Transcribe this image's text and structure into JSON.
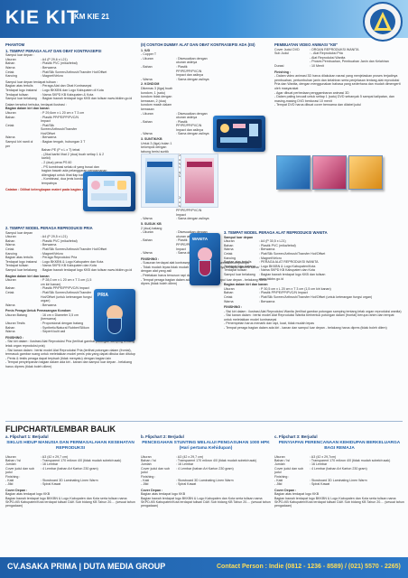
{
  "header": {
    "logo": "KIE KIT",
    "code": "KM KIE 21"
  },
  "col1": {
    "phantom_title": "PHANTOM",
    "sec1_title": "1. TEMPAT PERAGA ALAT DAN OBAT KONTRASEPSI",
    "sec1_intro": "Sampul luar depan :",
    "sec1_rows": [
      [
        "Ukuran",
        ": A4 (P 29,6 x L21)"
      ],
      [
        "Bahan",
        ": Plastik PVC (mika/tebal)"
      ],
      [
        "Warna",
        ": Berwarna"
      ],
      [
        "Cetak",
        ": Plat/Silk Screen/Arthrush/Transfer Hot/Offset"
      ],
      [
        "Kancing",
        ": Magnet/Velcro"
      ]
    ],
    "sec1_inside_title": "Sampul luar depan terdapat tulisan :",
    "sec1_inside": [
      [
        "Bagian atas tertulis",
        ": Peraga Alat dan Obat Kontrasepsi"
      ],
      [
        "Terdapat logo instansi",
        ": Logo BKKBN dan Logo Kabupaten di Kota"
      ],
      [
        "Terdapat tulisan",
        ": Nama SKPD KB Kabupaten & Kota"
      ],
      [
        "Sampul luar belakang",
        ": Bagian bawah terdapat logo KKB dan tulisan www.bkkbn.go.id"
      ]
    ],
    "sec1_inner_title": "Dalam tersebut terbuka, terdapat ilustrasi :",
    "sec1_inner_sub": "Bagian dalam kiri dan kanan",
    "sec1_inner": [
      [
        "Ukuran",
        ": P 29,6cm x L 20 cm x T 3 cm"
      ],
      [
        "Bahan",
        ": Plastik PP/PE/PP/PVC/N Impact"
      ],
      [
        "Cetak",
        ": Plat/Silk Screen/Arthrush/Transfer Hot/Offset"
      ],
      [
        "Warna",
        ": Berwarna"
      ],
      [
        "Sampul kiri nanti ol per",
        ": Bagian tengah, hubungan 3 T"
      ]
    ],
    "sec1_extra": [
      "Bahan PE (P x L x T) tebal",
      "- (Jikal karlid lihat 2 (dua) buah setiap 1 & 2 karlid)",
      "- 2 (dua) pena PS 60",
      "- PS kombinasi selalu di yang busai dan",
      "  bagian bawah ada pelanggaran pengamanan",
      "  dilengkapi untuk lihat tiap karlid",
      "- Kombinasi, dua jenis kondom, pada bawa dan tempatnya"
    ],
    "sec1_catatan": "Catatan : Dilihat kelengkapan materi pada bagian atas masing-masing item",
    "sec2_title": "2. TEMPAT MODEL PERAGA REPRODUKSI PRIA",
    "sec2_intro": "Sampul luar depan",
    "sec2_rows": [
      [
        "Ukuran",
        ": A4 (P 29,5 x L21)"
      ],
      [
        "Bahan",
        ": Plastik PVC (mika/tebal)"
      ],
      [
        "Warna",
        ": Berwarna"
      ],
      [
        "Cetak",
        ": Plat/Silk Screen/Arthrush/Transfer Hot/Offset"
      ],
      [
        "Kancing",
        ": Magnet/Velcro"
      ],
      [
        "Bagian atas tertulis",
        ": Peraga Reproduksi Pria"
      ],
      [
        "Terdapat logo instansi",
        ": Logo BKKBN & Logo Kabupaten dan Kota"
      ],
      [
        "Terdapat tulisan",
        ": Nama SKPD KB Kabupaten dan Kota"
      ],
      [
        "Sampul luar belakang",
        ": Bagian bawah terdapat logo KKB dan tulisan www.bkkbn.go.id"
      ]
    ],
    "sec2_inner_title": "Bagian dalam kiri dan kanan",
    "sec2_inner": [
      [
        "Ukuran",
        ": P 28,0 cm x L 20 cm x T 3 cm (1,5 cm kiri kanan)"
      ],
      [
        "Bahan",
        ": Plastik PP/PE/PP/PVC/N Impact"
      ],
      [
        "Cetak",
        ": Plat/Silk Screen/Arthrush/Transfer Hot/Offset (untuk keterangan fungsi organ)"
      ],
      [
        "Warna",
        ": Berwarna"
      ]
    ],
    "sec2_pria_title": "Penis Peraga Untuk Pemasangan Kondom",
    "sec2_pria": [
      [
        "Ukuran Batang",
        ": 16 cm x Diameter 3,5 cm (berwarna)"
      ],
      [
        "Ukuran Testis",
        ": Proporsional dengan batang"
      ],
      [
        "Bahan",
        ": Synthetic/Natural Rubber/Silikon"
      ],
      [
        "Warna",
        ": Seperti kulit asli"
      ]
    ],
    "sec2_finishing_title": "FINISHING :",
    "sec2_finishing": [
      "- Sisi kiri dalam : ilustrasi Alat Reproduksi Pria (terlihat gambar potongan samping tentang letak organ reproduksi pria)",
      "- Sisi kanan dalam : berisi model Alat Reproduksi Pria (terlihat potongan dalam (frontal), termasuk gambar ruang untuk meletakkan model penis pria yang dapat dibuka dan ditutup",
      "- Penis & testis peraga dapat terpisah (tidak menyatu) dengan bagian lain",
      "- Tempat penyimpanan bagian dalam ada kiri - kanan dan sampul luar depan - belakang harus diprres (tidak boleh dilem)"
    ]
  },
  "col2": {
    "sec_title": "(II) CONTOH DUMMY ALAT DAN OBAT KONTRASEPSI ADA (ISI)",
    "items": [
      {
        "name": "1. IUD",
        "rows": [
          [
            "- Copper T",
            ""
          ],
          [
            "- Ukuran",
            ": Disesuaikan dengan ukuran aslinya"
          ],
          [
            "- Bahan",
            ": Plastik PP/PE/PP/PVC/N Impact dan aslinya"
          ],
          [
            "- Warna",
            ": Sama dengan aslinya"
          ]
        ]
      },
      {
        "name": "2. KONDOM",
        "rows": [
          [
            "Dikemas 3 (tiga) buah kondom, 1 (satu) kondom tidak dengan kemasan, 2 (dua) kondom masih dalam kemasan",
            ""
          ],
          [
            "- Ukuran",
            ": Disesuaikan dengan ukuran aslinya"
          ],
          [
            "- Bahan",
            ": Plastik PP/PE/PP/PVC/N Impact dan aslinya"
          ],
          [
            "- Warna",
            ": Sama dengan aslinya"
          ]
        ]
      },
      {
        "name": "3. SUNTIK/KB",
        "rows": [
          [
            "Untuk 3 (tiga) bulan 1 kelompok dengan tabung berisi suntik",
            ""
          ],
          [
            "- Ukuran",
            ": Disesuaikan dengan ukuran aslinya"
          ],
          [
            "- Bahan",
            ": Plastik PP/PE/PP/PVC/N Impact"
          ],
          [
            "- Warna",
            ": Sama dengan aslinya"
          ]
        ]
      },
      {
        "name": "4. PIL KB",
        "rows": [
          [
            "Untuk Pil tablet menyusui dilakukan 1 (satu) strip",
            ""
          ],
          [
            "- Ukuran",
            ": Disesuaikan dengan ukuran aslinya"
          ],
          [
            "- Bahan",
            ": Plastik PP/PE/PP/PVC/N Impact"
          ],
          [
            "- Warna",
            ": Sama dengan aslinya"
          ]
        ]
      },
      {
        "name": "5. SUSUK KB",
        "rows": [
          [
            "2 (dua) batang",
            ""
          ],
          [
            "- Ukuran",
            ": Disesuaikan dengan ukuran aslinya"
          ],
          [
            "- Bahan",
            ": Plastik PP/PE/PP/PVC/N Impact"
          ],
          [
            "- Warna",
            ": Sama dengan aslinya"
          ]
        ]
      }
    ],
    "finishing_title": "FINISHING :",
    "finishing": [
      "- Susunan terdapat alat kontrasepsi yang ditempatkan sesuai kelompoknya",
      "- Tidak mudah lepas tidak mudah rusak, contoh ukurannya terdapat dimensi sama dengan alat yang asli",
      "- Peletakan harus tersusun rapi dan mudah diambil",
      "- Tempat peraga bagian dalam ada kiri - kanan dan sampul luar depan - belakang harus dipres (tidak boleh dilem)"
    ],
    "sec3_title": "3. TEMPAT MODEL PERAGA ALAT REPRODUKSI WANITA",
    "sec3_intro": "Sampul luar depan",
    "sec3_rows": [
      [
        "Ukuran",
        ": A4 (P 30,5 x L21)"
      ],
      [
        "Bahan",
        ": Plastik PVC (mika/tebal)"
      ],
      [
        "Warna",
        ": Berwarna"
      ],
      [
        "Cetak",
        ": Plat/Silk Screen/Arthrush/Transfer Hot/Offset"
      ],
      [
        "Kancing",
        ": Magnet/Velcro"
      ],
      [
        "Bagian atas tertulis",
        ": PERAGA ALAT REPRODUKSI WANITA"
      ],
      [
        "Terdapat logo instansi",
        ": Logo BKKBN & Logo Kabupaten/Kota"
      ],
      [
        "Terdapat tulisan",
        ": Nama SKPD KB Kabupaten dan Kota"
      ],
      [
        "Sampul luar belakang",
        ": Bagian bawah terdapat logo KKB dan tulisan www.bkkbn.go.id"
      ]
    ],
    "sec3_inner_title": "Bagian dalam kiri dan kanan",
    "sec3_inner": [
      [
        "Ukuran",
        ": P 30,5 cm x L 20 cm x T 3 cm (1,5 cm kiri kanan)"
      ],
      [
        "Bahan",
        ": Plastik PP/PE/PP/PVC/N Impact"
      ],
      [
        "Cetak",
        ": Plat/Silk Screen/Arthrush/Transfer Hot/Offset (untuk keterangan fungsi organ)"
      ],
      [
        "Warna",
        ": Berwarna"
      ]
    ],
    "sec3_finishing_title": "FINISHING :",
    "sec3_finishing": [
      "- Sisi kiri dalam : ilustrasi Alat Reproduksi Wanita (terlihat gambar potongan samping tentang letak organ reproduksi wanita)",
      "- Sisi kanan dalam : berisi model Alat Reproduksi Wanita berbentuk potongan dalam (frontal) berupa rahim dan tempat untuk meletakkan model kontrasepsi",
      "- Penempelan harus menarik dan rapi, kuat, tidak mudah lepas",
      "- Tempat peraga bagian dalam ada kiri - kanan dan sampul luar depan - belakang harus dipres (tidak boleh dilem)"
    ]
  },
  "col3": {
    "title": "PEMBUATAN VIDEO ANIMASI \"KB\"",
    "rows": [
      [
        "Cover Judul DVD",
        ": ORGAN REPRODUKSI WANITA"
      ],
      [
        "Sub Judul",
        ": - Alat Reproduksi Pria"
      ],
      [
        "",
        "  - Alat Reproduksi Wanita"
      ],
      [
        "",
        "  - Proses Pembuahan, Pembuahan Janin dan Kelahiran"
      ],
      [
        "Durasi",
        ": 10 Menit"
      ]
    ],
    "finishing_title": "Finishing :",
    "finishing": [
      "- Dalam video animasi 3D harus dilakukan narasi yang menjelaskan proses terjadinya pembuahan, pertumbuhan janin dan kelahiran serta penjelasan tentang alat reproduksi Pria dan Wanita, dengan menggunakan bahasa yang sederhana dan mudah dimengerti oleh masyarakat",
      "- Agar dibuat perbedaan penggambaran animasi 3D",
      "- Dalam paling kecuali untuk setiap 1 (satu) DVD sebanyak 5 sampai kalipatan, dan masing-masing DVD berdurasi 10 menit",
      "- Tempat DVD harus dibuat cover berwarna dan dilabel judul"
    ]
  },
  "flipchart": {
    "heading": "FLIPCHART/LEMBAR BALIK",
    "cards": [
      {
        "label": "a. Flipchart 1: Berjudul",
        "name": "SIKLUS HIDUP MANUSIA DAN PERMASALAHAN KESEHATAN REPRODUKSI",
        "rows": [
          [
            "Ukuran",
            ": A3 (42 x 29,7 cm)"
          ],
          [
            "Bahan / Isi",
            ": Transparent 170 mikron 4/0 (tidak mudah sobek/rusak)"
          ],
          [
            "Jumlah",
            ": 16 Lembar"
          ],
          [
            "Cover judul dan sub judul",
            ": 4 Lembar (bahan Art Karton 230 gram)"
          ],
          [
            "Finishing :",
            ""
          ],
          [
            "- Kaki",
            ": Stowboard 3D Laminating Linen Warm"
          ],
          [
            "- Jilid",
            ": Spiral Kawat"
          ]
        ],
        "cover_title": "Cover Depan :",
        "cover": [
          "Bagian atas terdapat logo KKB",
          "Bagian bawah terdapat logo BKKBN & Logo Kabupaten dan Kota serta tulisan nama SKPD-KB Kabupaten/Kota terdapat tulisan DAK Sub bidang KB Tahun 20.... (sesuai tahun pengadaan)"
        ]
      },
      {
        "label": "b. Flipchart 2: Berjudul",
        "name": "PENCEGAHAN STUNTING MELALUI PENGASUHAN 1000 HPK (Hari pertama Kehidupan)",
        "rows": [
          [
            "Ukuran",
            ": A3 (42 x 29,7 cm)"
          ],
          [
            "Bahan / Isi",
            ": Transparent 170 mikron 4/0 (tidak mudah sobek/rusak)"
          ],
          [
            "Jumlah",
            ": 16 Lembar"
          ],
          [
            "Cover judul dan sub judul",
            ": 4 Lembar (bahan Art Karton 230 gram)"
          ],
          [
            "Finishing :",
            ""
          ],
          [
            "- Kaki",
            ": Stowboard 3D Laminating Linen Warm"
          ],
          [
            "- Jilid",
            ": Spiral Kawat"
          ]
        ],
        "cover_title": "Cover Depan :",
        "cover": [
          "Bagian atas terdapat logo KKB",
          "Bagian bawah terdapat logo BKKBN & Logo Kabupaten dan Kota serta tulisan nama SKPD-KB Kabupaten/Kota terdapat tulisan DAK Sub bidang KB Tahun 20.... (sesuai tahun pengadaan)"
        ]
      },
      {
        "label": "c. Flipchart 3: Berjudul",
        "name": "PENYIAPAN PERENCANAAN KEHIDUPAN BERKELUARGA BAGI REMAJA",
        "rows": [
          [
            "Ukuran",
            ": A3 (42 x 29,7cm)"
          ],
          [
            "Bahan / Isi",
            ": Transparent 170 mikron 4/0 (tidak mudah sobek/rusak)"
          ],
          [
            "Jumlah",
            ": 16 Lembar"
          ],
          [
            "Cover judul dan sub judul",
            ": 4 Lembar (bahan Art Karton 230 gram)"
          ],
          [
            "Finishing :",
            ""
          ],
          [
            "- Kaki",
            ": Stowboard 3D Laminating Linen Warm"
          ],
          [
            "- Jilid",
            ": Spiral Kawat"
          ]
        ],
        "cover_title": "Cover Depan :",
        "cover": [
          "Bagian atas terdapat logo KKB",
          "Bagian bawah terdapat logo BKKBN & Logo Kabupaten dan Kota serta tulisan nama SKPD-KB Kabupaten/Kota terdapat tulisan DAK Sub bidang KB Tahun 20.... (sesuai tahun pengadaan)"
        ]
      }
    ]
  },
  "card_labels": {
    "pria": "PRIA",
    "wanita": "WANITA"
  },
  "footer": {
    "company": "CV.ASAKA PRIMA | DUTA MEDIA GROUP",
    "contact": "Contact Person : Indie (0812 - 1236 - 8589) / (021) 5570 - 2265)"
  },
  "colors": {
    "brand_blue": "#1f5fa8",
    "footer_yellow": "#ffde59"
  }
}
